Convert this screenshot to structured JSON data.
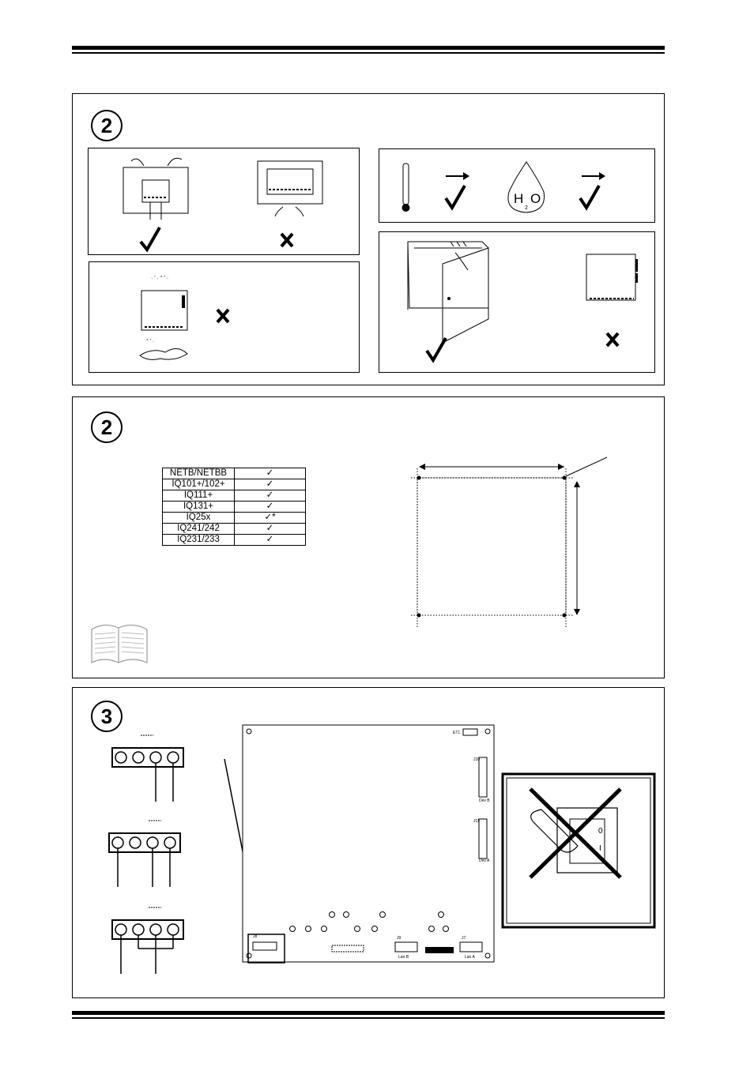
{
  "steps": {
    "s1": "2",
    "s2": "2",
    "s3": "3"
  },
  "water_symbol": {
    "h": "H",
    "o": "O",
    "sub": "2"
  },
  "compat_table": {
    "rows": [
      {
        "model": "NETB/NETBB",
        "mark": "✓"
      },
      {
        "model": "IQ101+/102+",
        "mark": "✓"
      },
      {
        "model": "IQ111+",
        "mark": "✓"
      },
      {
        "model": "IQ131+",
        "mark": "✓"
      },
      {
        "model": "IQ25x",
        "mark": "✓*"
      },
      {
        "model": "IQ241/242",
        "mark": "✓"
      },
      {
        "model": "IQ231/233",
        "mark": "✓"
      }
    ]
  },
  "board": {
    "et1": "ET1",
    "j10": "J10",
    "dev_b": "Dev B",
    "j11": "J11",
    "dev_a": "Dev A",
    "j8": "J8",
    "j9": "J9",
    "lan_b": "Lan B",
    "j7": "J7",
    "lan_a": "Lan A"
  },
  "switch": {
    "off": "0",
    "on": "I"
  },
  "icons": [
    "checkmark-icon",
    "cross-icon",
    "thermometer-icon",
    "water-drop-icon",
    "arrow-right-icon",
    "manual-book-icon",
    "no-switch-icon"
  ]
}
